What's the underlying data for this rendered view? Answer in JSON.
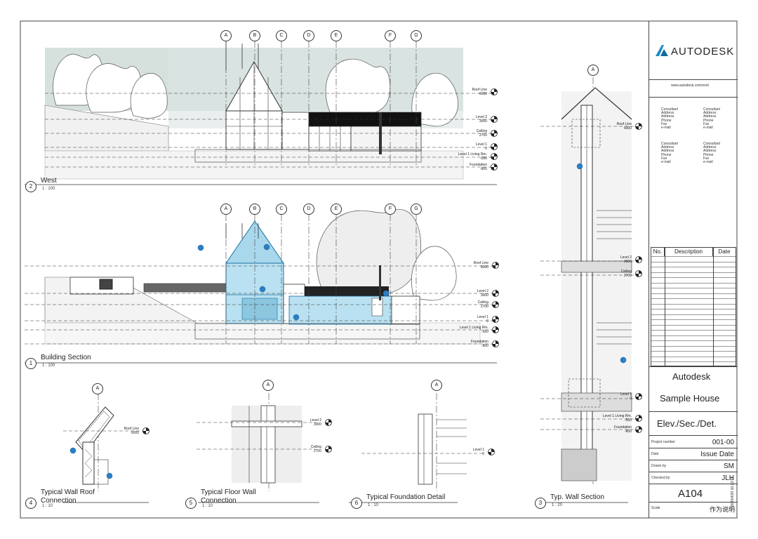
{
  "brand": {
    "name": "AUTODESK",
    "url": "www.autodesk.com/revit",
    "color": "#1a8ac8"
  },
  "consultants": [
    [
      "Consultant",
      "Address",
      "Address",
      "Phone",
      "Fax",
      "e-mail"
    ],
    [
      "Consultant",
      "Address",
      "Address",
      "Phone",
      "Fax",
      "e-mail"
    ],
    [
      "Consultant",
      "Address",
      "Address",
      "Phone",
      "Fax",
      "e-mail"
    ],
    [
      "Consultant",
      "Address",
      "Address",
      "Phone",
      "Fax",
      "e-mail"
    ]
  ],
  "revisions": {
    "headers": [
      "No.",
      "Description",
      "Date"
    ]
  },
  "project": {
    "owner": "Autodesk",
    "name": "Sample House",
    "sheet_title": "Elev./Sec./Det.",
    "fields": [
      {
        "label": "Project number",
        "value": "001-00"
      },
      {
        "label": "Date",
        "value": "Issue Date"
      },
      {
        "label": "Drawn by",
        "value": "SM"
      },
      {
        "label": "Checked by",
        "value": "JLH"
      }
    ],
    "sheet_number": "A104",
    "scale_label": "Scale",
    "scale_value": "作为说明",
    "timestamp": "2020/4/20 10:22:52"
  },
  "grids_top": [
    "A",
    "B",
    "C",
    "D",
    "E",
    "F",
    "G"
  ],
  "views": {
    "west": {
      "num": "2",
      "title": "West",
      "scale": "1 : 100"
    },
    "section": {
      "num": "1",
      "title": "Building Section",
      "scale": "1 : 100"
    },
    "d4": {
      "num": "4",
      "title": "Typical Wall Roof",
      "title2": "Connection",
      "scale": "1 : 10"
    },
    "d5": {
      "num": "5",
      "title": "Typical Floor Wall",
      "title2": "Connection",
      "scale": "1 : 10"
    },
    "d6": {
      "num": "6",
      "title": "Typical Foundation Detail",
      "scale": "1 : 10"
    },
    "d3": {
      "num": "3",
      "title": "Typ. Wall Section",
      "scale": "1 : 20"
    }
  },
  "levels_west": [
    {
      "name": "Roof Line",
      "value": "6000"
    },
    {
      "name": "Level 2",
      "value": "3000"
    },
    {
      "name": "Ceiling",
      "value": "2700"
    },
    {
      "name": "Level 1",
      "value": "0"
    },
    {
      "name": "Level 1 Living Rm.",
      "value": "-550"
    },
    {
      "name": "Foundation",
      "value": "-800"
    }
  ],
  "levels_section": [
    {
      "name": "Roof Line",
      "value": "6000"
    },
    {
      "name": "Level 2",
      "value": "3000"
    },
    {
      "name": "Ceiling",
      "value": "2700"
    },
    {
      "name": "Level 1",
      "value": "0"
    },
    {
      "name": "Level 1 Living Rm.",
      "value": "-550"
    },
    {
      "name": "Foundation",
      "value": "-800"
    }
  ],
  "levels_wall": [
    {
      "name": "Roof Line",
      "value": "6000"
    },
    {
      "name": "Level 2",
      "value": "3000"
    },
    {
      "name": "Ceiling",
      "value": "2700"
    },
    {
      "name": "Level 1",
      "value": "0"
    },
    {
      "name": "Level 1 Living Rm.",
      "value": "-550"
    },
    {
      "name": "Foundation",
      "value": "-800"
    }
  ],
  "levels_d4": [
    {
      "name": "Roof Line",
      "value": "6000"
    }
  ],
  "levels_d5": [
    {
      "name": "Level 2",
      "value": "3000"
    },
    {
      "name": "Ceiling",
      "value": "2700"
    }
  ],
  "levels_d6": [
    {
      "name": "Level 1",
      "value": "0"
    }
  ],
  "grid_a": "A"
}
